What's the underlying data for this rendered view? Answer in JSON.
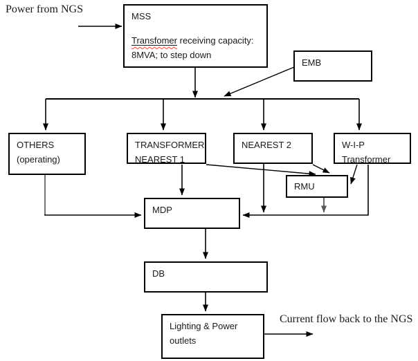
{
  "annotations": {
    "power_source_label": "Power from NGS",
    "return_flow_label": "Current flow back to the NGS"
  },
  "boxes": {
    "mss": {
      "title": "MSS",
      "detail_word": "Transfomer",
      "detail_rest": "receiving capacity:",
      "detail_line2": "8MVA; to step down"
    },
    "emb": {
      "label": "EMB"
    },
    "others": {
      "line1": "OTHERS",
      "line2": "(operating)"
    },
    "transformer_nearest_1": {
      "line1": "TRANSFORMER",
      "line2": "NEAREST 1"
    },
    "nearest_2": {
      "label": "NEAREST 2"
    },
    "wip_transformer": {
      "line1": "W-I-P",
      "line2": "Transformer"
    },
    "rmu": {
      "label": "RMU"
    },
    "mdp": {
      "label": "MDP"
    },
    "db": {
      "label": "DB"
    },
    "lighting_power_outlets": {
      "line1": "Lighting & Power",
      "line2": "outlets"
    }
  },
  "colors": {
    "line": "#000000",
    "secondary_line": "#666666",
    "spellcheck_underline": "#ff3b30",
    "box_border": "#000000",
    "background": "#ffffff",
    "text": "#1a1a1a"
  }
}
